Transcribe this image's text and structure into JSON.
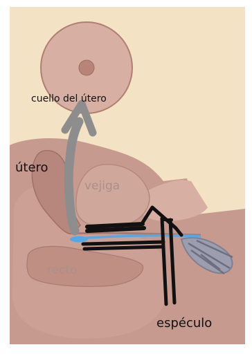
{
  "labels": {
    "cervix": "cuello del  útero",
    "uterus": "útero",
    "bladder": "vejiga",
    "rectum": "recto",
    "speculum": "espéculo"
  },
  "colors": {
    "background": "#f3e2c4",
    "tissue": "#c79a8f",
    "tissue_light": "#d7afa3",
    "tissue_shadow": "#b7877e",
    "outline": "#a0705f",
    "arrow": "#8d8d8d",
    "speculum": "#111111",
    "swab": "#55a8e6",
    "hand": "#8a8a9a",
    "pale_label": "#ab8f8a",
    "dark_label": "#111111"
  }
}
